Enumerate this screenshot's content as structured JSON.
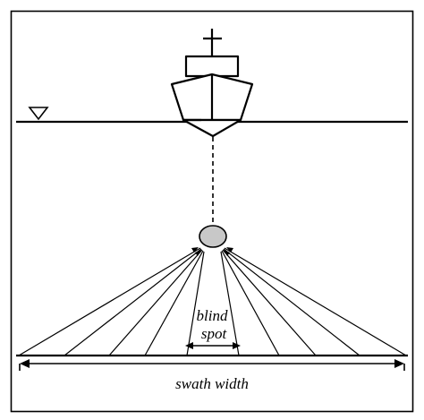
{
  "labels": {
    "blind_line1": "blind",
    "blind_line2": "spot",
    "swath": "swath width"
  },
  "colors": {
    "stroke": "#000000",
    "transducer_fill": "#c8c8c8",
    "background": "#ffffff"
  },
  "icons": {
    "water_level": "inverted-triangle-water-level-icon"
  }
}
